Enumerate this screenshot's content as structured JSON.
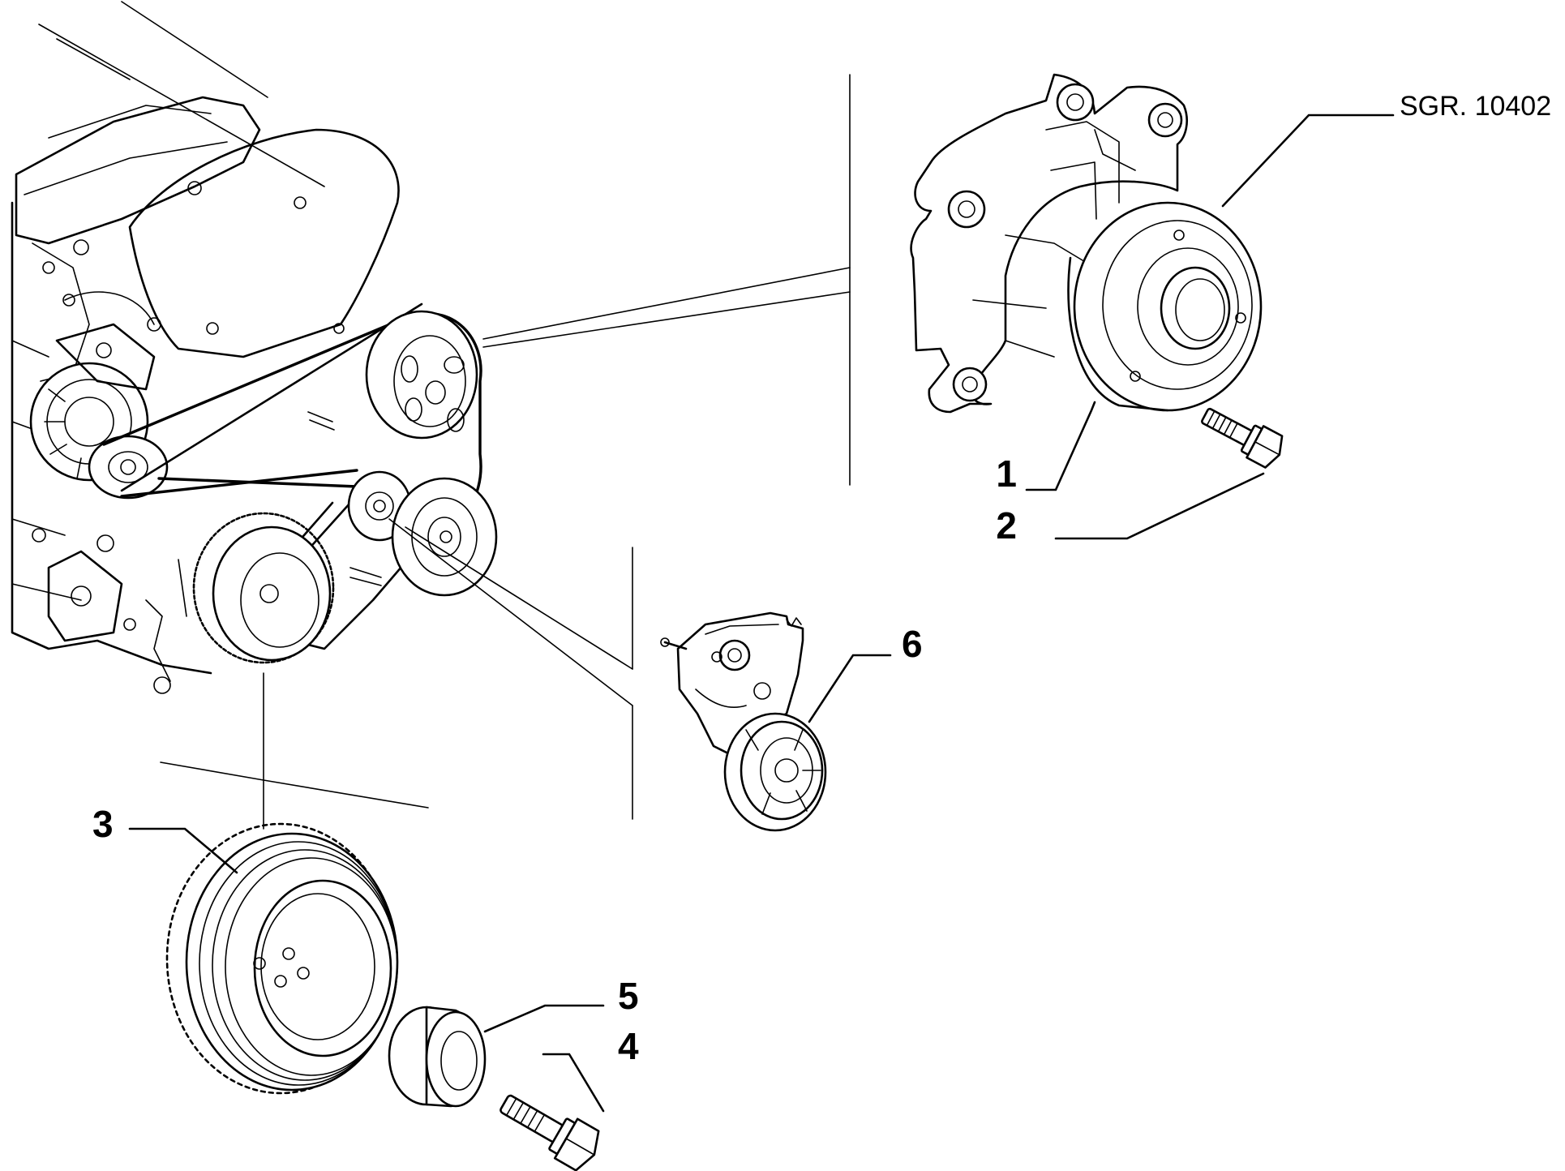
{
  "reference_code": "SGR. 10402",
  "callouts": [
    {
      "id": "1",
      "label": "1"
    },
    {
      "id": "2",
      "label": "2"
    },
    {
      "id": "3",
      "label": "3"
    },
    {
      "id": "4",
      "label": "4"
    },
    {
      "id": "5",
      "label": "5"
    },
    {
      "id": "6",
      "label": "6"
    }
  ],
  "parts": {
    "1": "water-pump",
    "2": "pump-bolt",
    "3": "crankshaft-pulley",
    "4": "pulley-bolt",
    "5": "spacer-bushing",
    "6": "belt-tensioner"
  },
  "colors": {
    "ink": "#000000",
    "paper": "#ffffff"
  }
}
